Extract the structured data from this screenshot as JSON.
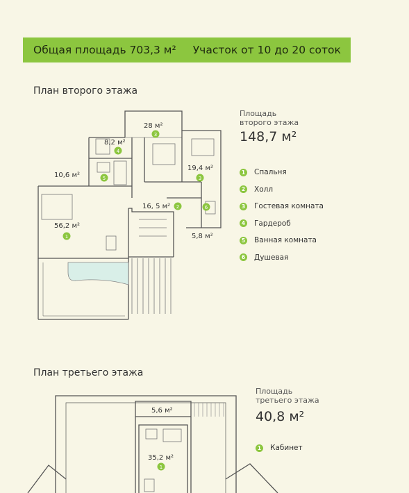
{
  "banner": {
    "total_area": "Общая площадь 703,3 м²",
    "plot": "Участок от 10 до 20 соток"
  },
  "floor2": {
    "title": "План второго этажа",
    "area_label_1": "Площадь",
    "area_label_2": "второго этажа",
    "area_value": "148,7 м²",
    "legend": [
      {
        "num": "1",
        "label": "Спальня"
      },
      {
        "num": "2",
        "label": "Холл"
      },
      {
        "num": "3",
        "label": "Гостевая комната"
      },
      {
        "num": "4",
        "label": "Гардероб"
      },
      {
        "num": "5",
        "label": "Ванная комната"
      },
      {
        "num": "6",
        "label": "Душевая"
      }
    ],
    "rooms": {
      "r28": "28 м²",
      "r8": "8,2 м²",
      "r10": "10,6 м²",
      "r19": "19,4 м²",
      "r16": "16, 5 м²",
      "r56": "56,2 м²",
      "r58": "5,8 м²",
      "n3a": "3",
      "n4": "4",
      "n5": "5",
      "n3b": "3",
      "n2": "2",
      "n6": "6",
      "n1": "1"
    }
  },
  "floor3": {
    "title": "План третьего этажа",
    "area_label_1": "Площадь",
    "area_label_2": "третьего этажа",
    "area_value": "40,8 м²",
    "legend": [
      {
        "num": "1",
        "label": "Кабинет"
      }
    ],
    "rooms": {
      "r56": "5,6 м²",
      "r35": "35,2 м²",
      "n1": "1"
    }
  },
  "colors": {
    "accent": "#8cc63f",
    "background": "#f8f6e6",
    "wall": "#555555"
  }
}
